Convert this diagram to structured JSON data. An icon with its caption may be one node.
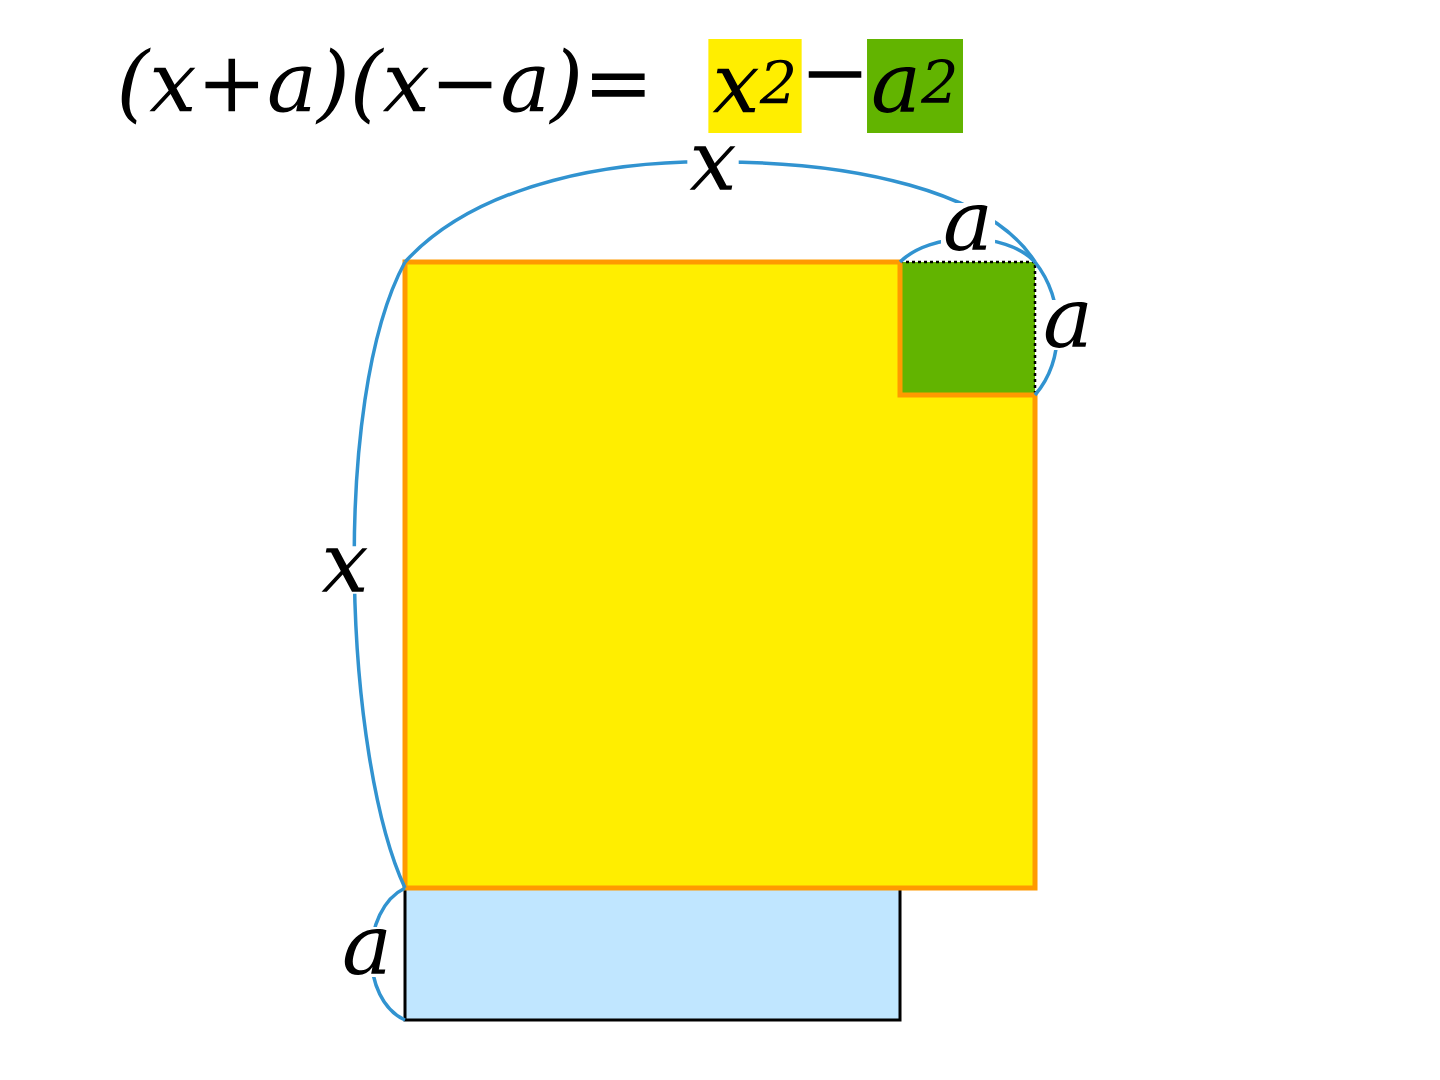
{
  "diagram": {
    "nodes": [
      {
        "text": [
          "x$^{2}$"
        ]
      },
      {
        "text": [
          "a$^{2}$"
        ]
      }
    ],
    "labels": [
      "(x+a)(x−a)=",
      "−",
      "x",
      "a",
      "a",
      "x",
      "a"
    ]
  }
}
